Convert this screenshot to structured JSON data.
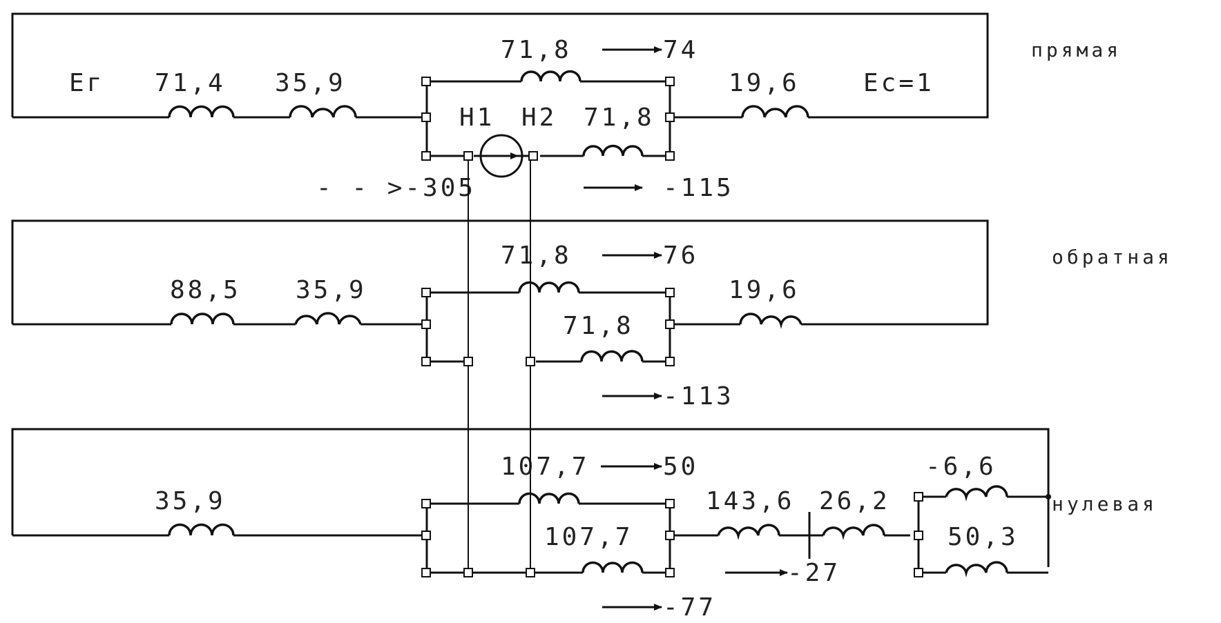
{
  "sequences": {
    "positive": {
      "name": "прямая",
      "Eg": "Ег",
      "Ec": "Ес=1",
      "x1": "71,4",
      "x2": "35,9",
      "line_top": "71,8",
      "line_top_flow": "74",
      "line_bottom": "71,8",
      "x_right": "19,6",
      "node_h1": "Н1",
      "node_h2": "Н2",
      "flow_left": "- - >-305",
      "flow_bottom": "-115"
    },
    "negative": {
      "name": "обратная",
      "x1": "88,5",
      "x2": "35,9",
      "line_top": "71,8",
      "line_top_flow": "76",
      "line_bottom": "71,8",
      "x_right": "19,6",
      "flow_bottom": "-113"
    },
    "zero": {
      "name": "нулевая",
      "x2": "35,9",
      "line_top": "107,7",
      "line_top_flow": "50",
      "line_bottom": "107,7",
      "x_mid_left": "143,6",
      "x_mid_right": "26,2",
      "x_neg": "-6,6",
      "x_shunt": "50,3",
      "flow_mid": "-27",
      "flow_bottom": "-77"
    }
  },
  "colors": {
    "ink": "#111111",
    "background": "#ffffff"
  }
}
